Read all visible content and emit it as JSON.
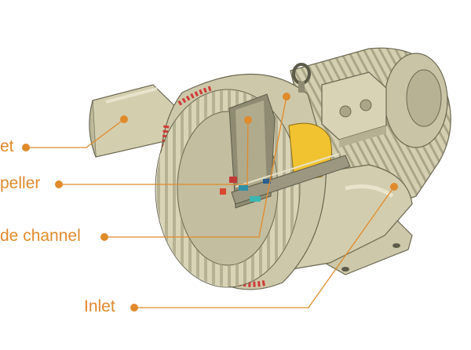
{
  "colors": {
    "accent": "#e08a2c",
    "machine_body": "#d5d0b0",
    "machine_shadow": "#a8a486",
    "machine_dark": "#7f7b63",
    "housing_edge": "#cf3b37",
    "rotor_yellow": "#f2c331",
    "outline": "#5c5a48",
    "background": "#ffffff"
  },
  "callouts": [
    {
      "id": "outlet",
      "label": "et"
    },
    {
      "id": "impeller",
      "label": "peller"
    },
    {
      "id": "side-channel",
      "label": "de channel"
    },
    {
      "id": "inlet",
      "label": "Inlet"
    }
  ]
}
